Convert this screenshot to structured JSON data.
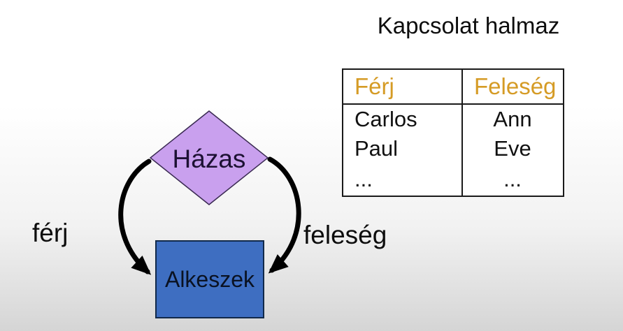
{
  "header": {
    "title": "Kapcsolat halmaz"
  },
  "diagram": {
    "relationship": {
      "label": "Házas",
      "shape": "diamond",
      "fill": "#c9a0ee",
      "border": "#3a2a52"
    },
    "entity": {
      "label": "Alkeszek",
      "shape": "rectangle",
      "fill": "#3e6ec1",
      "border": "#11294a"
    },
    "edges": [
      {
        "label": "férj"
      },
      {
        "label": "feleség"
      }
    ],
    "arrow_color": "#000000"
  },
  "table": {
    "headers": [
      "Férj",
      "Feleség"
    ],
    "header_color": "#d59b25",
    "rows": [
      [
        "Carlos",
        "Ann"
      ],
      [
        "Paul",
        "Eve"
      ],
      [
        "...",
        "..."
      ]
    ]
  }
}
